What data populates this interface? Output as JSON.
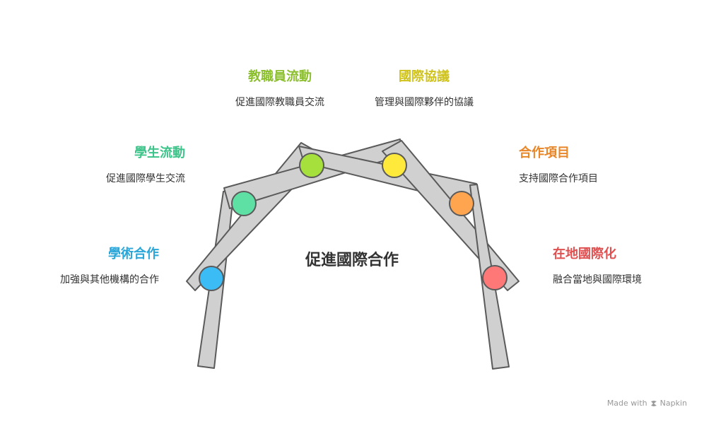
{
  "center_title": "促進國際合作",
  "nodes": [
    {
      "id": "academic",
      "title": "學術合作",
      "desc": "加強與其他機構的合作",
      "color": "#2aa6d8",
      "node_color": "#3cbcf5"
    },
    {
      "id": "student",
      "title": "學生流動",
      "desc": "促進國際學生交流",
      "color": "#3ec48a",
      "node_color": "#5ee0a4"
    },
    {
      "id": "faculty",
      "title": "教職員流動",
      "desc": "促進國際教職員交流",
      "color": "#8cbf2e",
      "node_color": "#a6e03c"
    },
    {
      "id": "agreement",
      "title": "國際協議",
      "desc": "管理與國際夥伴的協議",
      "color": "#cfc21a",
      "node_color": "#ffe93a"
    },
    {
      "id": "projects",
      "title": "合作項目",
      "desc": "支持國際合作項目",
      "color": "#e8862a",
      "node_color": "#ffa44f"
    },
    {
      "id": "local",
      "title": "在地國際化",
      "desc": "融合當地與國際環境",
      "color": "#e05050",
      "node_color": "#ff7878"
    }
  ],
  "footer": {
    "made_with": "Made with",
    "brand": "Napkin"
  }
}
